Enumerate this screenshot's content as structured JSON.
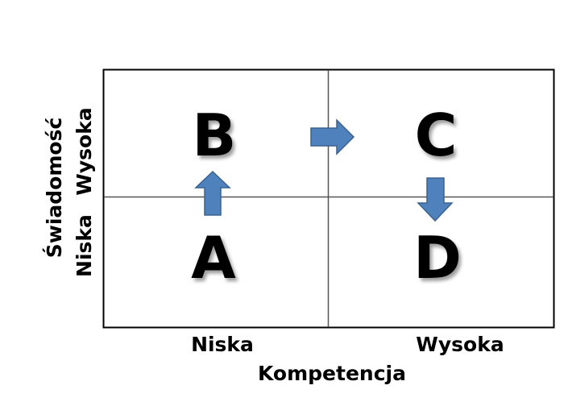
{
  "x_axis": {
    "title": "Kompetencja",
    "low_label": "Niska",
    "high_label": "Wysoka"
  },
  "y_axis": {
    "title": "Świadomość",
    "low_label": "Niska",
    "high_label": "Wysoka"
  },
  "quadrants": {
    "top_left": "B",
    "top_right": "C",
    "bottom_left": "A",
    "bottom_right": "D"
  },
  "arrows": [
    {
      "from": "A",
      "to": "B",
      "direction": "up"
    },
    {
      "from": "B",
      "to": "C",
      "direction": "right"
    },
    {
      "from": "C",
      "to": "D",
      "direction": "down"
    }
  ],
  "colors": {
    "arrow_fill": "#4f81bd",
    "arrow_stroke": "#3a6291",
    "frame": "#000000",
    "divider": "#555555",
    "letter_shadow": "#a6a6a6"
  }
}
